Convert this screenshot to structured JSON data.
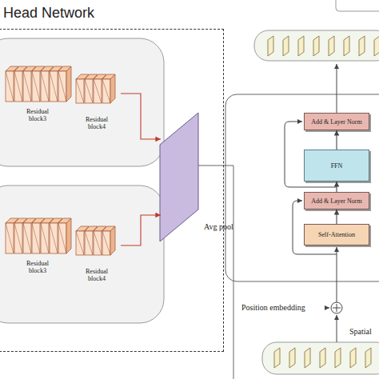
{
  "diagram": {
    "nodes": [
      {
        "text": [
          "Head Network"
        ]
      },
      {
        "text": [
          "Residual block3"
        ],
        "in": 0
      },
      {
        "text": [
          "Residual block4"
        ],
        "in": 0
      },
      {
        "text": [
          "Residual block3"
        ],
        "in": 0
      },
      {
        "text": [
          "Residual block4"
        ],
        "in": 0
      },
      {
        "text": [
          "Avg pool"
        ],
        "in": 0
      },
      {
        "text": [
          "Add & Layer Norm"
        ]
      },
      {
        "text": [
          "FFN"
        ]
      },
      {
        "text": [
          "Add & Layer Norm"
        ]
      },
      {
        "text": [
          "Self-Attention"
        ]
      }
    ],
    "edges": [
      {
        "from": 2,
        "to": 5,
        "arrow": "to"
      },
      {
        "from": 4,
        "to": 5,
        "arrow": "to"
      },
      {
        "from": 9,
        "to": 8,
        "arrow": "to"
      },
      {
        "from": 8,
        "to": 7,
        "arrow": "to"
      },
      {
        "from": 7,
        "to": 6,
        "arrow": "to"
      }
    ],
    "labels": [
      "Position embedding",
      "Spatial"
    ]
  }
}
